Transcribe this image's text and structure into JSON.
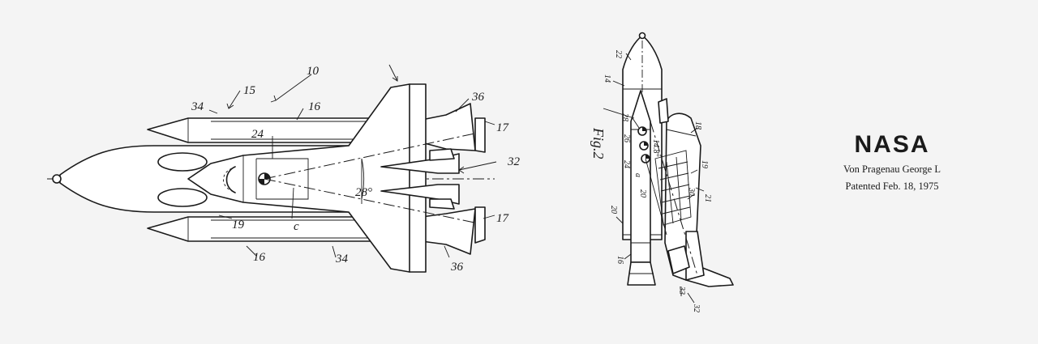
{
  "fig1": {
    "labels": {
      "l10": "10",
      "l15": "15",
      "l16a": "16",
      "l34a": "34",
      "l36a": "36",
      "l17a": "17",
      "l24": "24",
      "l32": "32",
      "l28": "28°",
      "l17b": "17",
      "l19": "19",
      "lc": "c",
      "l16b": "16",
      "l34b": "34",
      "l36b": "36"
    }
  },
  "fig2": {
    "caption": "Fig.2",
    "labels": {
      "l22": "22",
      "l14": "14",
      "l28": "28",
      "l26": "26",
      "l148": "14.8°",
      "l24": "24",
      "la": "a",
      "l20a": "20",
      "l20b": "20",
      "l18": "18",
      "l19": "19",
      "l30": "30",
      "l21": "21",
      "l16": "16",
      "l33": "33",
      "l32": "32"
    }
  },
  "credit": {
    "logo": "NASA",
    "inventor": "Von Pragenau George L",
    "patent": "Patented Feb. 18, 1975"
  }
}
